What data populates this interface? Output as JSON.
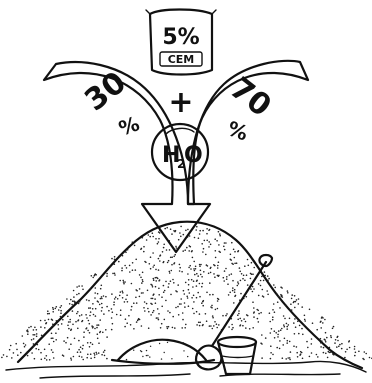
{
  "diagram": {
    "bag": {
      "percent": "5%",
      "label": "CEM"
    },
    "left_arrow": {
      "percent_number": "30",
      "percent_sign": "%"
    },
    "right_arrow": {
      "percent_number": "70",
      "percent_sign": "%"
    },
    "plus": "+",
    "water": {
      "formula_main": "H",
      "formula_sub": "2",
      "formula_end": "O"
    }
  }
}
